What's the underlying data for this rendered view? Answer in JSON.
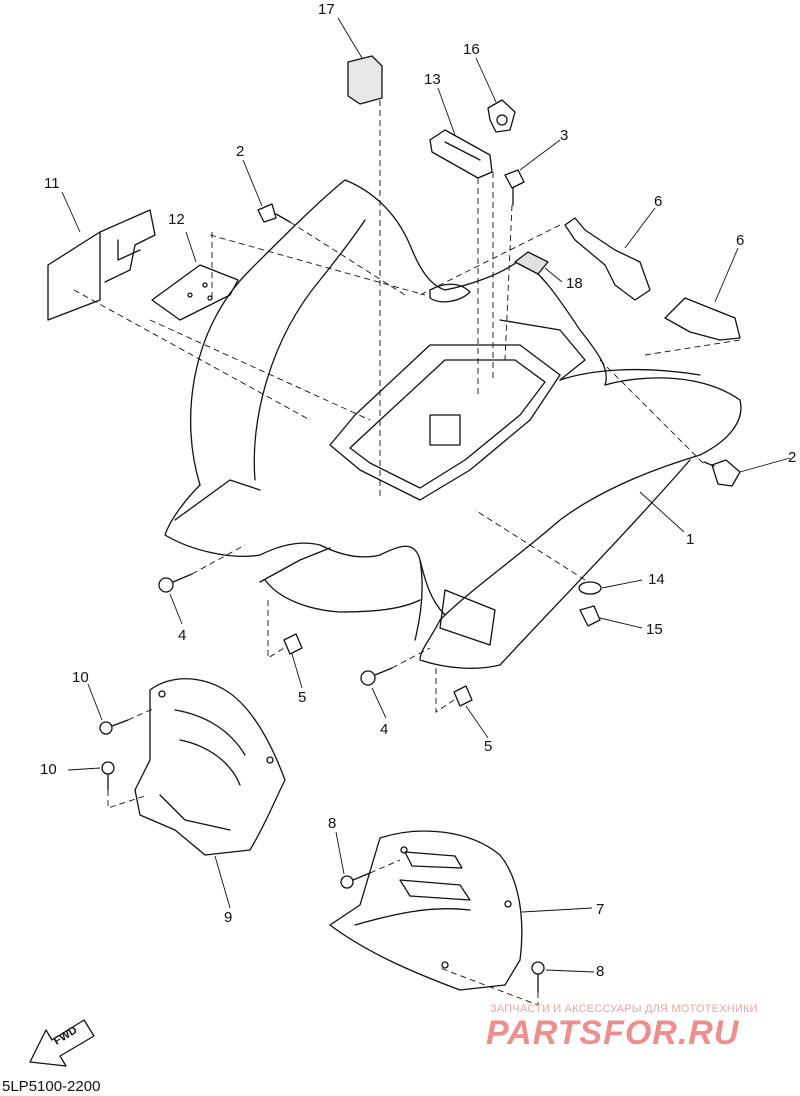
{
  "diagram": {
    "doc_code": "5LP5100-2200",
    "fwd_label": "FWD",
    "watermark": {
      "tagline": "ЗАПЧАСТИ И АКСЕССУАРЫ ДЛЯ МОТОТЕХНИКИ",
      "brand": "PARTSFOR.RU"
    },
    "callouts": [
      {
        "id": "c17",
        "label": "17"
      },
      {
        "id": "c16",
        "label": "16"
      },
      {
        "id": "c13",
        "label": "13"
      },
      {
        "id": "c3",
        "label": "3"
      },
      {
        "id": "c2a",
        "label": "2"
      },
      {
        "id": "c11",
        "label": "11"
      },
      {
        "id": "c12",
        "label": "12"
      },
      {
        "id": "c6a",
        "label": "6"
      },
      {
        "id": "c6b",
        "label": "6"
      },
      {
        "id": "c18",
        "label": "18"
      },
      {
        "id": "c2b",
        "label": "2"
      },
      {
        "id": "c1",
        "label": "1"
      },
      {
        "id": "c14",
        "label": "14"
      },
      {
        "id": "c15",
        "label": "15"
      },
      {
        "id": "c4a",
        "label": "4"
      },
      {
        "id": "c5a",
        "label": "5"
      },
      {
        "id": "c4b",
        "label": "4"
      },
      {
        "id": "c5b",
        "label": "5"
      },
      {
        "id": "c10a",
        "label": "10"
      },
      {
        "id": "c10b",
        "label": "10"
      },
      {
        "id": "c9",
        "label": "9"
      },
      {
        "id": "c8a",
        "label": "8"
      },
      {
        "id": "c7",
        "label": "7"
      },
      {
        "id": "c8b",
        "label": "8"
      }
    ]
  }
}
